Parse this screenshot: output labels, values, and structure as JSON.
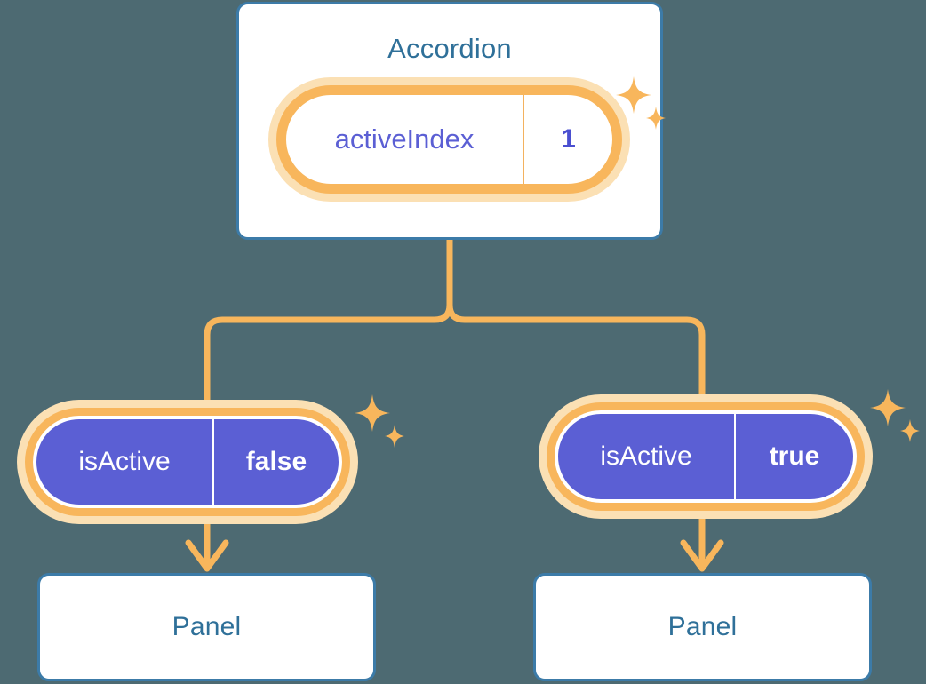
{
  "theme": {
    "background": "#4d6a72",
    "card_border": "#3c7ba8",
    "card_fill": "#ffffff",
    "title_text": "#2f7099",
    "accent_orange": "#f8b65c",
    "accent_orange_halo": "#fbe0b4",
    "state_purple": "#5b5fd4",
    "value_purple": "#4a4fd0",
    "pill_text_light": "#ffffff"
  },
  "diagram": {
    "type": "component-tree",
    "root": {
      "title": "Accordion",
      "state": {
        "key": "activeIndex",
        "value": "1"
      }
    },
    "children": [
      {
        "prop": {
          "key": "isActive",
          "value": "false"
        },
        "title": "Panel"
      },
      {
        "prop": {
          "key": "isActive",
          "value": "true"
        },
        "title": "Panel"
      }
    ]
  },
  "icons": {
    "sparkle_large": "sparkle-four-point-large-icon",
    "sparkle_small": "sparkle-four-point-small-icon",
    "arrow_down": "arrow-down-icon",
    "branch_connector": "branch-connector-icon"
  }
}
